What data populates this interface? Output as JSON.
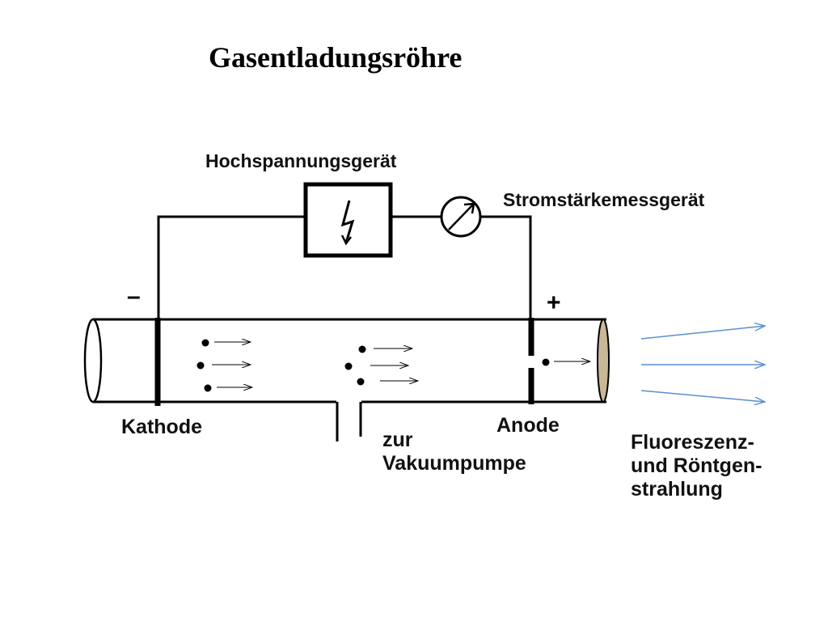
{
  "title": "Gasentladungsröhre",
  "labels": {
    "high_voltage": "Hochspannungsgerät",
    "ammeter": "Stromstärkemessgerät",
    "minus": "–",
    "plus": "+",
    "cathode": "Kathode",
    "anode": "Anode",
    "vacuum_pump_line1": "zur",
    "vacuum_pump_line2": "Vakuumpumpe",
    "radiation_line1": "Fluoreszenz-",
    "radiation_line2": "und Röntgen-",
    "radiation_line3": "strahlung"
  },
  "colors": {
    "line": "#000000",
    "radiation_arrows": "#5b8fd0",
    "tube_end_fill": "#c9b896"
  }
}
